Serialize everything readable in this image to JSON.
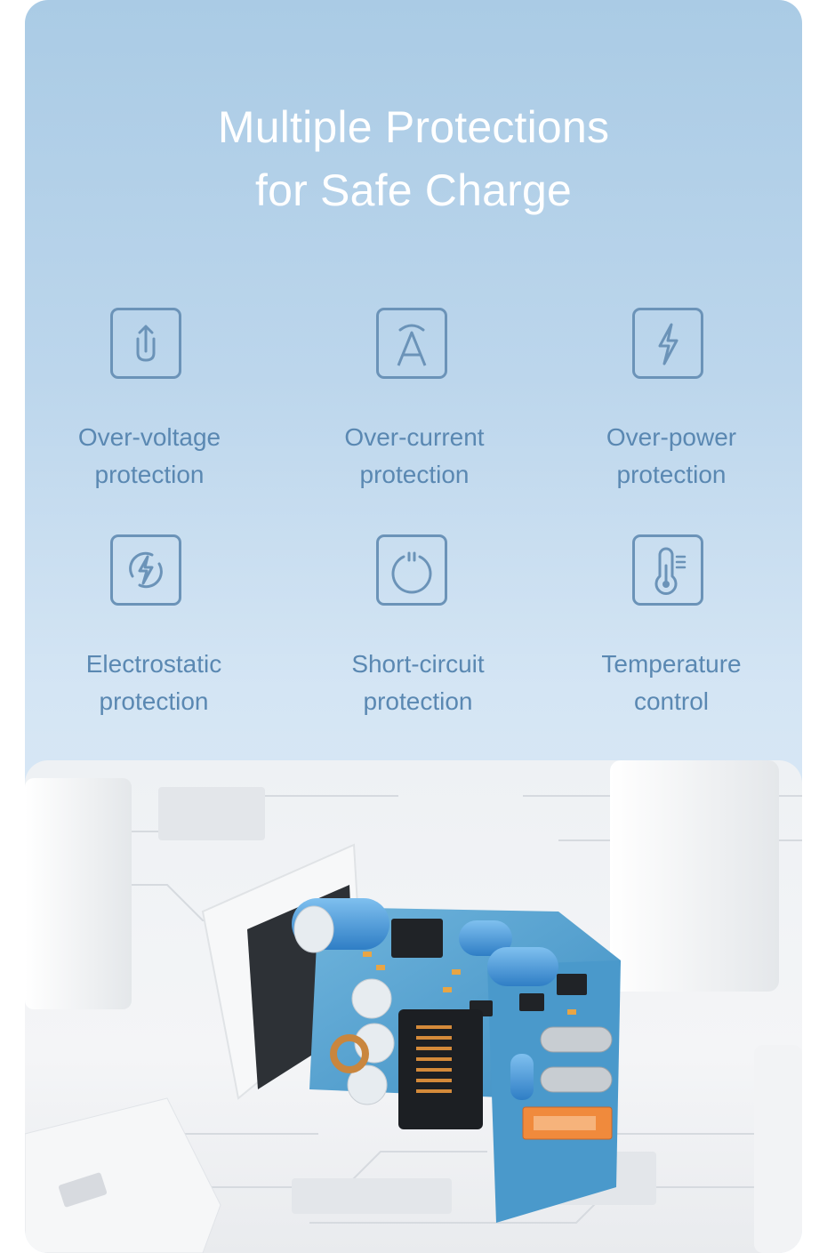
{
  "title": {
    "line1": "Multiple Protections",
    "line2": "for Safe Charge"
  },
  "features": [
    {
      "line1": "Over-voltage",
      "line2": "protection",
      "icon": "over-voltage-icon"
    },
    {
      "line1": "Over-current",
      "line2": "protection",
      "icon": "over-current-icon"
    },
    {
      "line1": "Over-power",
      "line2": "protection",
      "icon": "over-power-icon"
    },
    {
      "line1": "Electrostatic",
      "line2": "protection",
      "icon": "electrostatic-icon"
    },
    {
      "line1": "Short-circuit",
      "line2": "protection",
      "icon": "short-circuit-icon"
    },
    {
      "line1": "Temperature",
      "line2": "control",
      "icon": "thermometer-icon"
    }
  ],
  "colors": {
    "accent": "#5a88b2",
    "icon_stroke": "#6b93b8",
    "title": "#ffffff",
    "pcb_blue": "#4f9fcf",
    "capacitor_blue": "#3b8fd6",
    "usb_orange": "#f08a3c"
  }
}
